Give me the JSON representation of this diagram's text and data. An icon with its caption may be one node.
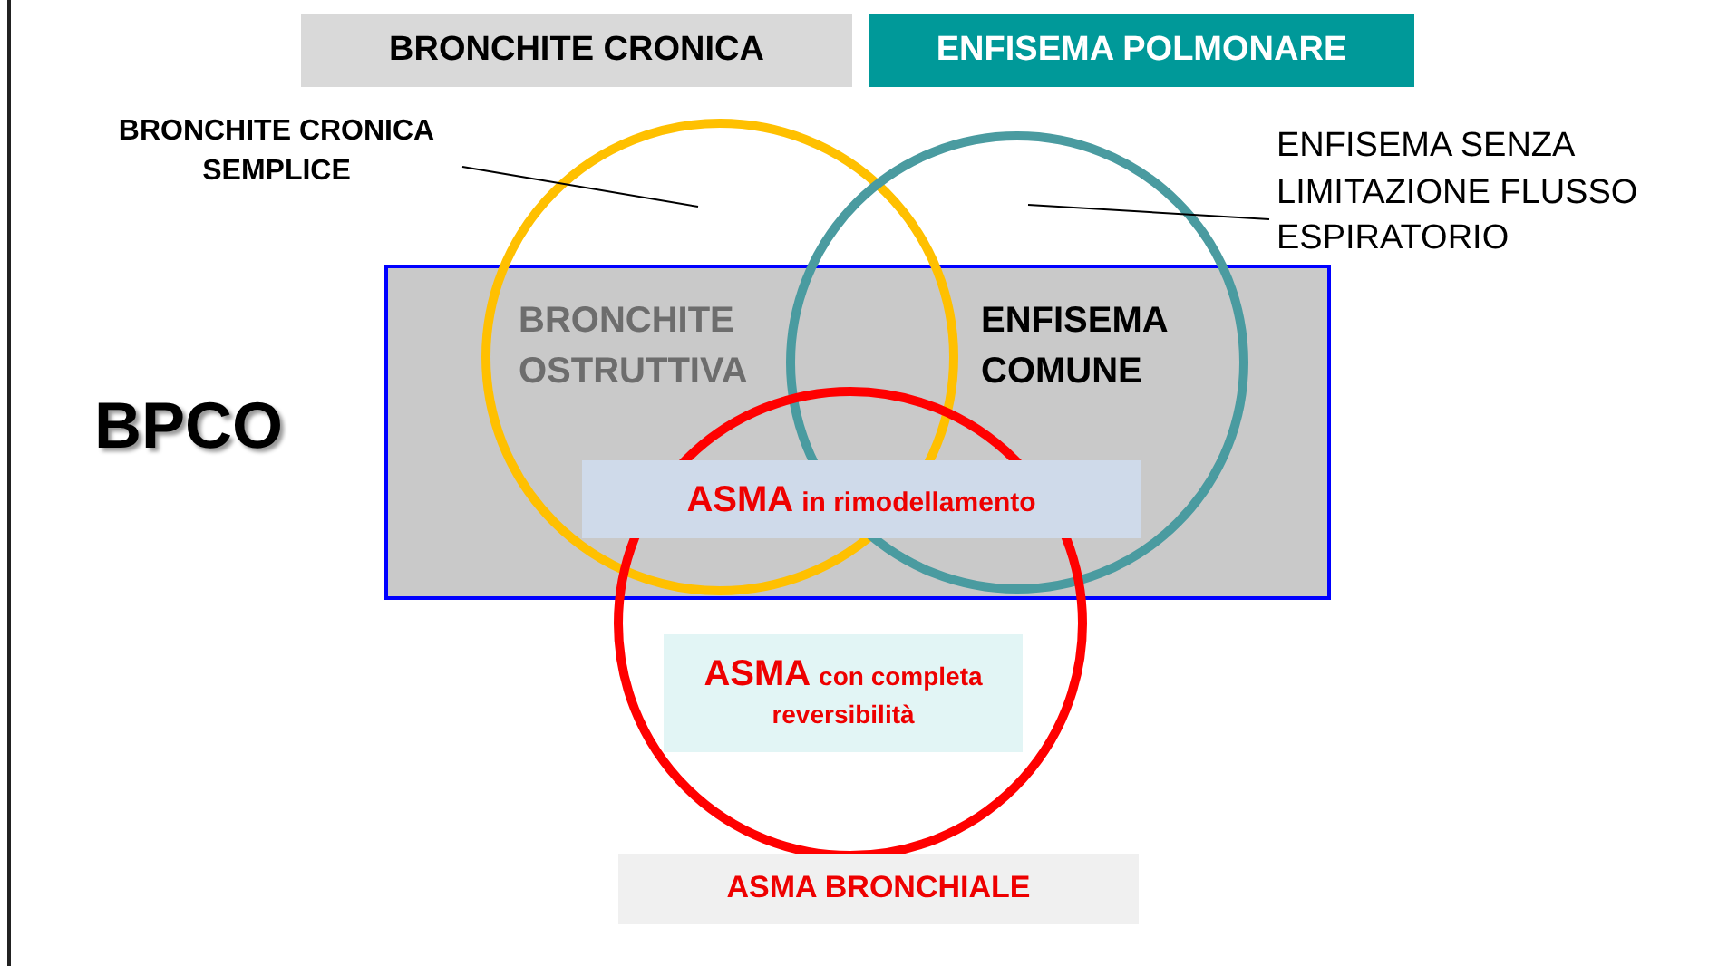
{
  "diagram": {
    "nodes": [
      {
        "text": [
          "BRONCHITE CRONICA"
        ]
      },
      {
        "text": [
          "ENFISEMA POLMONARE"
        ]
      },
      {
        "text": [
          "BPCO"
        ]
      },
      {
        "text": [],
        "shape": "circle"
      },
      {
        "text": [],
        "shape": "circle"
      },
      {
        "text": [],
        "shape": "circle"
      },
      {
        "text": [
          "BRONCHITE CRONICA SEMPLICE"
        ]
      },
      {
        "text": [
          "ENFISEMA SENZA LIMITAZIONE FLUSSO ESPIRATORIO"
        ]
      },
      {
        "text": [
          "ASMA",
          "in rimodellamento"
        ],
        "in": 2
      },
      {
        "text": [
          "ASMA",
          "con completa reversibilità"
        ],
        "in": 5
      },
      {
        "text": [
          "ASMA BRONCHIALE"
        ]
      }
    ],
    "edges": [
      {
        "from": 6,
        "to": 3,
        "arrow": "none"
      },
      {
        "from": 7,
        "to": 4,
        "arrow": "none"
      }
    ],
    "labels": [
      "BRONCHITE OSTRUTTIVA",
      "ENFISEMA COMUNE"
    ]
  }
}
